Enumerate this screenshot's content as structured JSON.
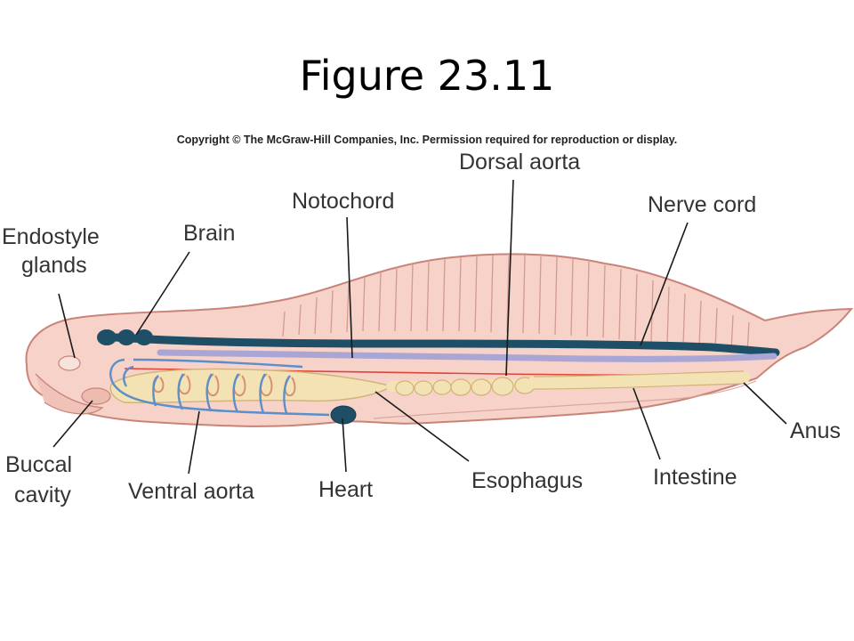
{
  "title": "Figure 23.11",
  "copyright": "Copyright © The McGraw-Hill Companies, Inc. Permission required for reproduction or display.",
  "labels": {
    "dorsal_aorta": "Dorsal aorta",
    "notochord": "Notochord",
    "nerve_cord": "Nerve cord",
    "endostyle_line1": "Endostyle",
    "endostyle_line2": "glands",
    "brain": "Brain",
    "buccal_line1": "Buccal",
    "buccal_line2": "cavity",
    "ventral_aorta": "Ventral aorta",
    "heart": "Heart",
    "esophagus": "Esophagus",
    "intestine": "Intestine",
    "anus": "Anus"
  },
  "colors": {
    "body": "#f6d2c8",
    "body_outline": "#c9847a",
    "nerve_cord": "#1f4f66",
    "notochord": "#a9a6d6",
    "gut": "#f3e2b4",
    "vessels": "#5b8fc9",
    "dorsal_aorta": "#e0453a"
  }
}
